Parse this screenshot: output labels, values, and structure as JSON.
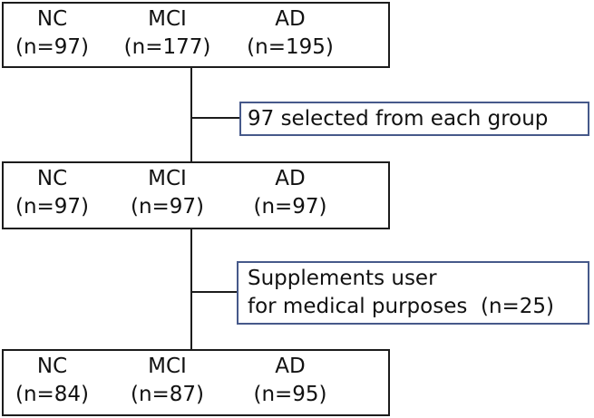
{
  "figure": {
    "colors": {
      "background": "#ffffff",
      "text": "#111111",
      "stage_box_border": "#1c1c1c",
      "note_box_border": "#46598a"
    },
    "stage_boxes": [
      {
        "name": "cohort-initial",
        "groups": [
          {
            "label": "NC",
            "count": "(n=97)"
          },
          {
            "label": "MCI",
            "count": "(n=177)"
          },
          {
            "label": "AD",
            "count": "(n=195)"
          }
        ]
      },
      {
        "name": "cohort-matched",
        "groups": [
          {
            "label": "NC",
            "count": "(n=97)"
          },
          {
            "label": "MCI",
            "count": "(n=97)"
          },
          {
            "label": "AD",
            "count": "(n=97)"
          }
        ]
      },
      {
        "name": "cohort-final",
        "groups": [
          {
            "label": "NC",
            "count": "(n=84)"
          },
          {
            "label": "MCI",
            "count": "(n=87)"
          },
          {
            "label": "AD",
            "count": "(n=95)"
          }
        ]
      }
    ],
    "annotations": [
      {
        "name": "selection-note",
        "lines": [
          "97 selected from each group"
        ]
      },
      {
        "name": "exclusion-note",
        "lines": [
          "Supplements user",
          "for medical purposes  (n=25)"
        ]
      }
    ]
  }
}
